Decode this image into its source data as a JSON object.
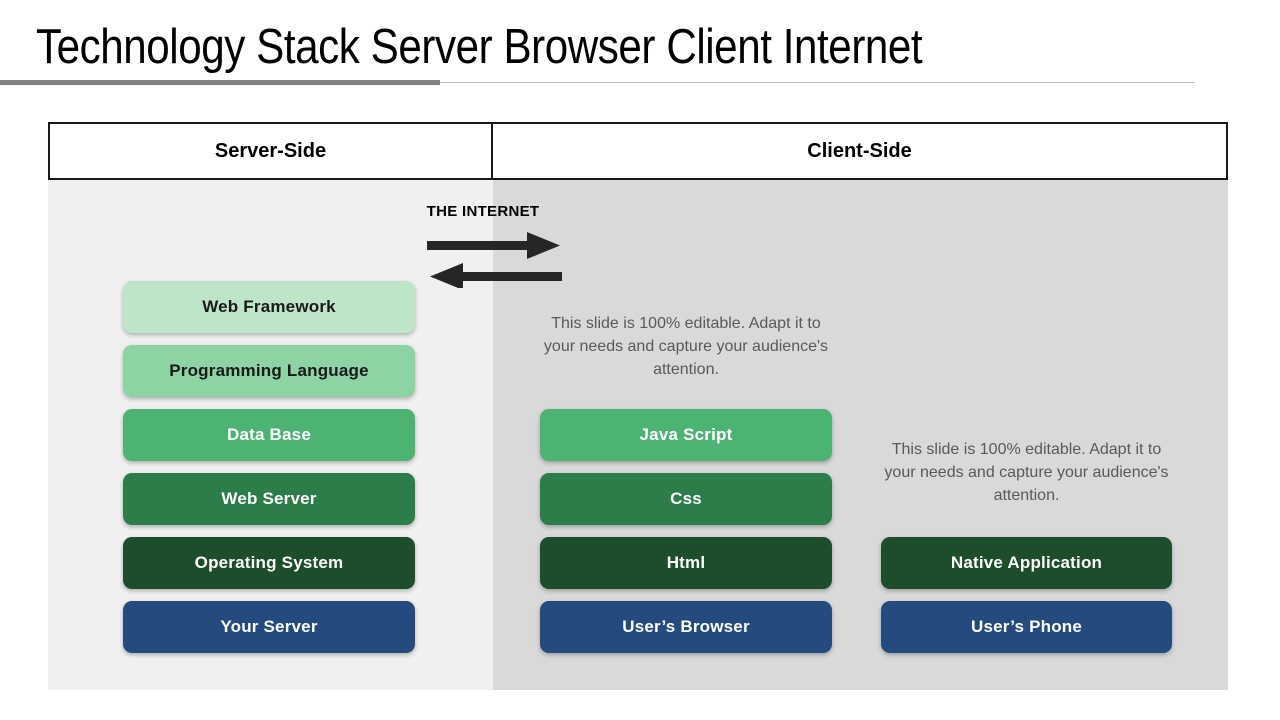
{
  "slide": {
    "title": "Technology Stack Server Browser Client Internet",
    "internet_label": "THE INTERNET",
    "columns_header": [
      {
        "label": "Server-Side"
      },
      {
        "label": "Client-Side"
      }
    ],
    "arrows": [
      {
        "name": "arrow-right",
        "direction": "right"
      },
      {
        "name": "arrow-left",
        "direction": "left"
      }
    ],
    "server_stack": [
      {
        "label": "Web Framework",
        "fill": "#bfe5c8",
        "text": "#1a1a1a"
      },
      {
        "label": "Programming Language",
        "fill": "#8dd3a4",
        "text": "#1a1a1a"
      },
      {
        "label": "Data Base",
        "fill": "#4cb372",
        "text": "#ffffff"
      },
      {
        "label": "Web Server",
        "fill": "#2d7d4b",
        "text": "#ffffff"
      },
      {
        "label": "Operating System",
        "fill": "#1e4d2b",
        "text": "#ffffff"
      },
      {
        "label": "Your Server",
        "fill": "#254b7e",
        "text": "#ffffff"
      }
    ],
    "browser_stack": [
      {
        "label": "Java Script",
        "fill": "#4cb372",
        "text": "#ffffff"
      },
      {
        "label": "Css",
        "fill": "#2d7d4b",
        "text": "#ffffff"
      },
      {
        "label": "Html",
        "fill": "#1e4d2b",
        "text": "#ffffff"
      },
      {
        "label": "User’s Browser",
        "fill": "#254b7e",
        "text": "#ffffff"
      }
    ],
    "phone_stack": [
      {
        "label": "Native Application",
        "fill": "#1e4d2b",
        "text": "#ffffff"
      },
      {
        "label": "User’s Phone",
        "fill": "#254b7e",
        "text": "#ffffff"
      }
    ],
    "body_copy": {
      "middle": "This slide is 100% editable. Adapt it to your needs and capture your audience's attention.",
      "right": "This slide is 100% editable. Adapt it to your needs and capture your audience's attention."
    },
    "colors": {
      "panel_left_bg": "#f0f0f0",
      "panel_right_bg": "#d9d9d9",
      "rule_thick": "#808080",
      "rule_thin": "#bfbfbf",
      "table_border": "#1a1a1a",
      "arrow": "#262626",
      "body_text": "#595959"
    }
  }
}
